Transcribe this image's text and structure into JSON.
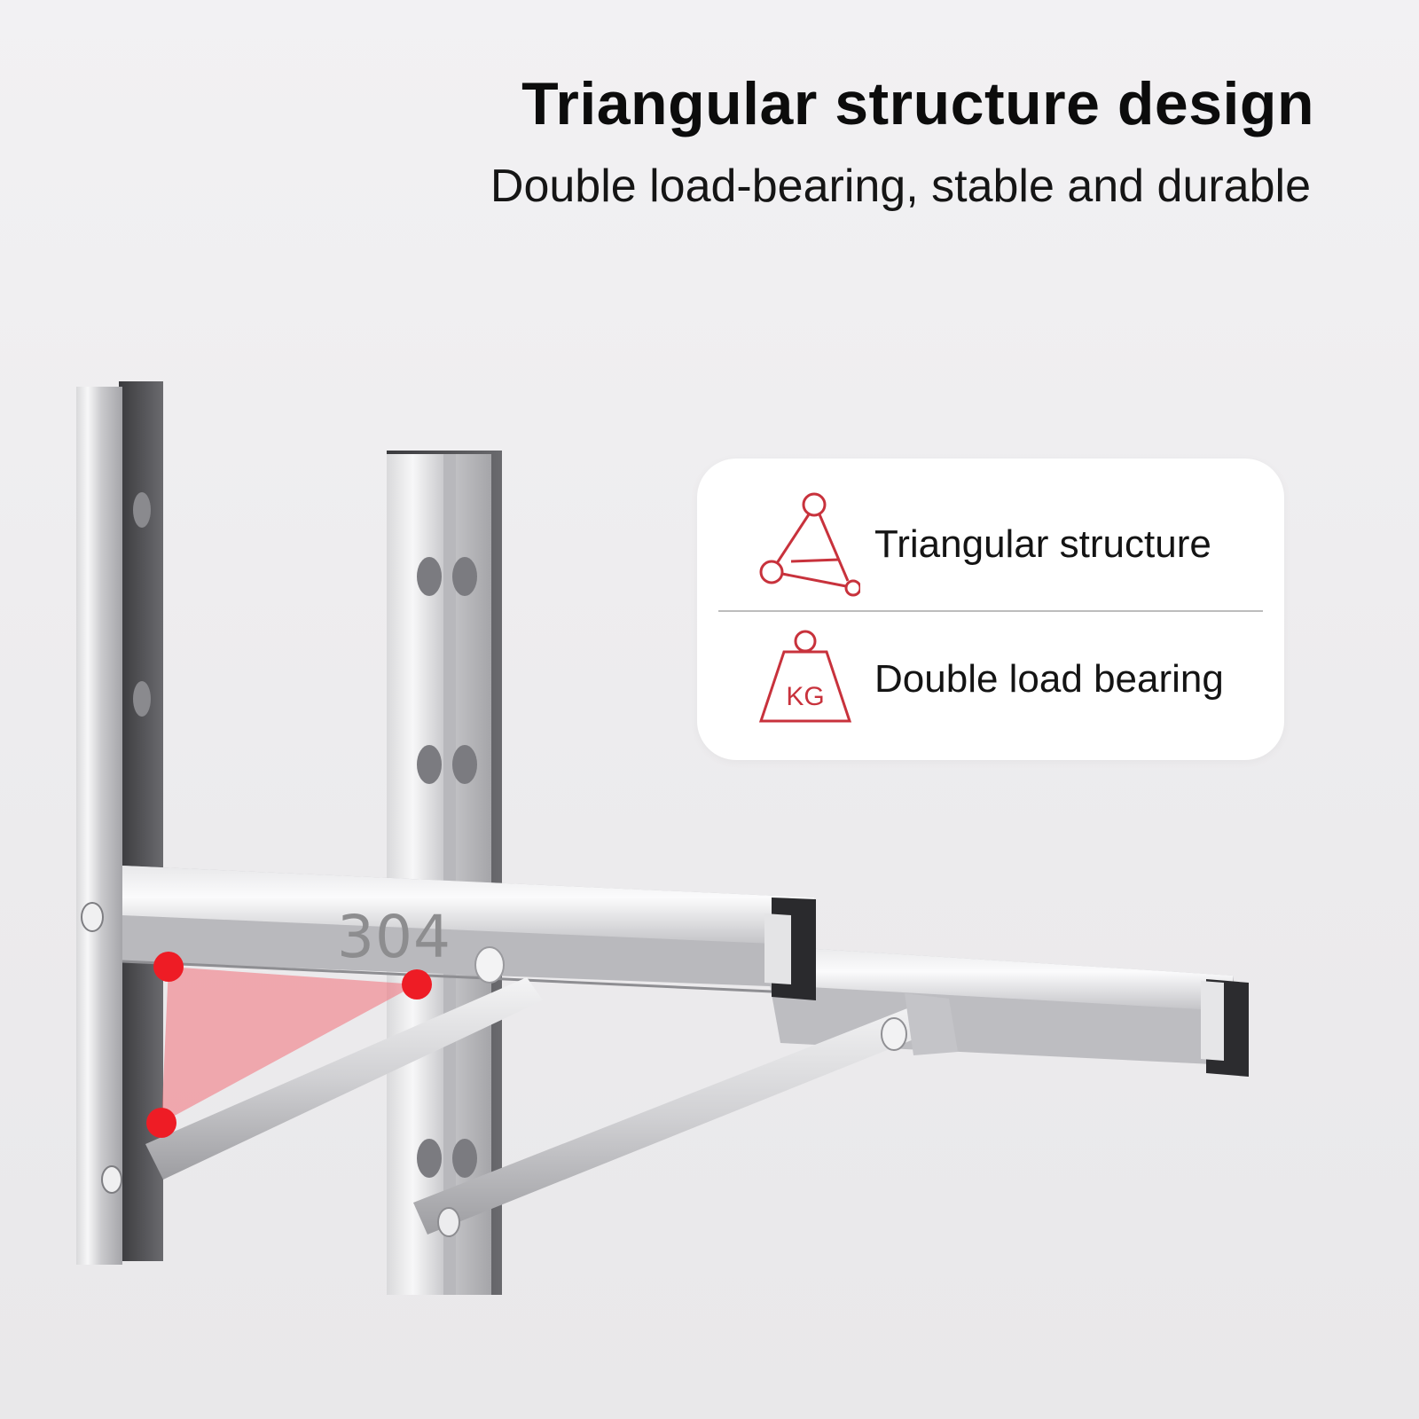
{
  "header": {
    "title": "Triangular structure design",
    "subtitle": "Double load-bearing, stable and durable"
  },
  "product": {
    "grade_mark": "304"
  },
  "features": [
    {
      "icon": "triangle-structure-icon",
      "label": "Triangular structure"
    },
    {
      "icon": "kg-weight-icon",
      "label": "Double load bearing",
      "icon_text": "KG"
    }
  ],
  "colors": {
    "accent": "#c8323c",
    "highlight": "#f0323c",
    "background": "#efeef0",
    "card": "#ffffff"
  }
}
